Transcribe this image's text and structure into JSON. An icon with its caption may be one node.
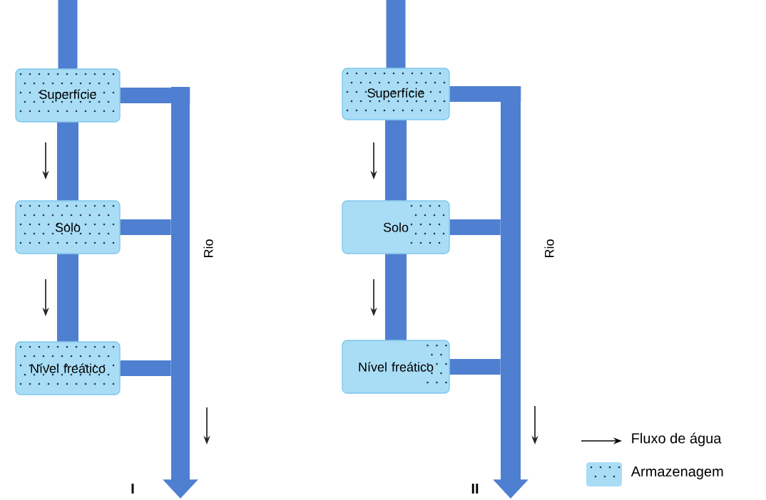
{
  "diagram": {
    "nodes": [
      {
        "text": [
          "Superfície"
        ]
      },
      {
        "text": [
          "Solo"
        ]
      },
      {
        "text": [
          "Nível freático"
        ]
      },
      {
        "text": [
          "Rio"
        ]
      },
      {
        "text": [
          "Superfície"
        ]
      },
      {
        "text": [
          "Solo"
        ]
      },
      {
        "text": [
          "Nível freático"
        ]
      },
      {
        "text": [
          "Rio"
        ]
      }
    ],
    "edges": [
      {
        "from": null,
        "to": 0,
        "arrow": "none"
      },
      {
        "from": 0,
        "to": 1,
        "arrow": "none"
      },
      {
        "from": 1,
        "to": 2,
        "arrow": "none"
      },
      {
        "from": 0,
        "to": 3,
        "arrow": "none"
      },
      {
        "from": 1,
        "to": 3,
        "arrow": "none"
      },
      {
        "from": 2,
        "to": 3,
        "arrow": "none"
      },
      {
        "from": 3,
        "to": null,
        "arrow": "to"
      },
      {
        "from": null,
        "to": 4,
        "arrow": "none"
      },
      {
        "from": 4,
        "to": 5,
        "arrow": "none"
      },
      {
        "from": 5,
        "to": 6,
        "arrow": "none"
      },
      {
        "from": 4,
        "to": 7,
        "arrow": "none"
      },
      {
        "from": 5,
        "to": 7,
        "arrow": "none"
      },
      {
        "from": 6,
        "to": 7,
        "arrow": "none"
      },
      {
        "from": 7,
        "to": null,
        "arrow": "to"
      }
    ],
    "labels": [
      "I",
      "II"
    ],
    "legend": [
      {
        "text": "Fluxo de água"
      },
      {
        "text": "Armazenagem"
      }
    ]
  }
}
